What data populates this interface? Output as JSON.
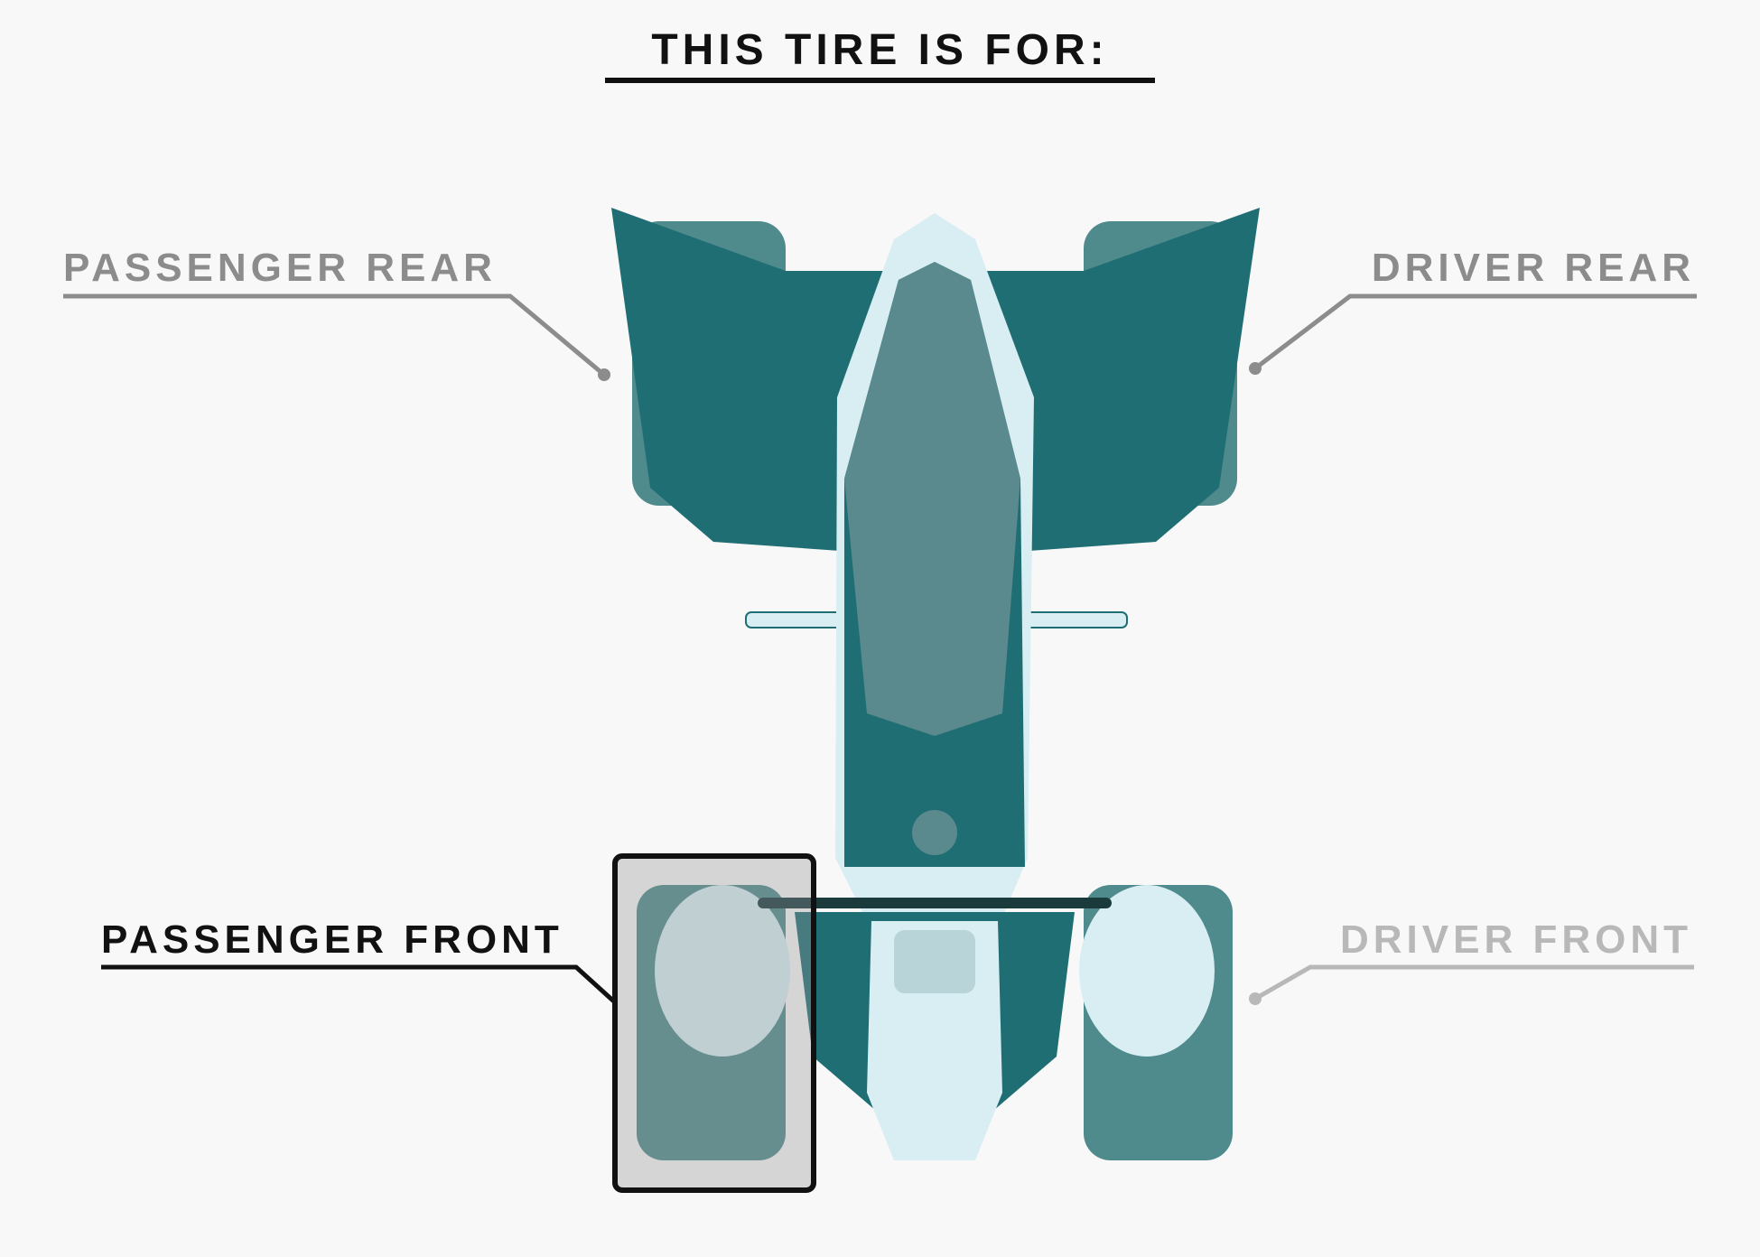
{
  "title": "THIS TIRE IS FOR:",
  "options": {
    "passenger_rear": "PASSENGER REAR",
    "driver_rear": "DRIVER REAR",
    "passenger_front": "PASSENGER FRONT",
    "driver_front": "DRIVER FRONT"
  },
  "selected": "passenger_front",
  "colors": {
    "body": "#1f6e74",
    "seat": "#5a8a8d",
    "light": "#d8eef2",
    "selected": "#111111",
    "unselected": "#8c8c8c"
  }
}
